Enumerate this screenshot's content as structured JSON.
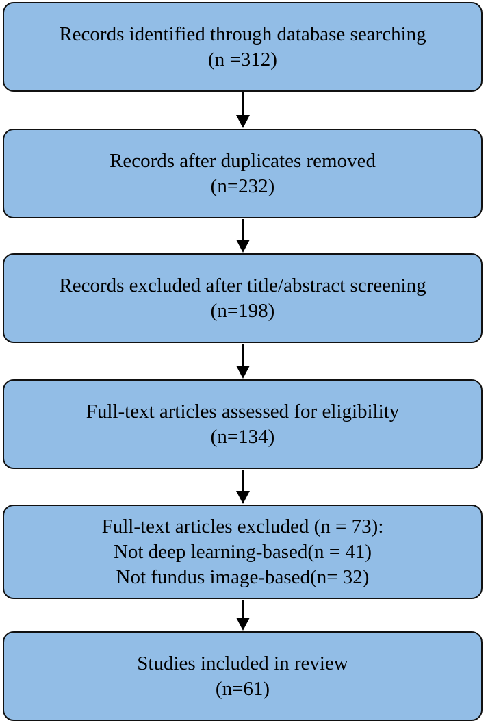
{
  "flowchart": {
    "boxes": [
      {
        "id": "identified",
        "lines": [
          "Records identified through database searching",
          "(n =312)"
        ]
      },
      {
        "id": "deduplicated",
        "lines": [
          "Records after duplicates removed",
          "(n=232)"
        ]
      },
      {
        "id": "excluded-screening",
        "lines": [
          "Records excluded after title/abstract screening",
          "(n=198)"
        ]
      },
      {
        "id": "assessed",
        "lines": [
          "Full-text articles assessed for eligibility",
          "(n=134)"
        ]
      },
      {
        "id": "excluded-fulltext",
        "lines": [
          "Full-text articles excluded (n = 73):",
          "Not deep learning-based(n = 41)",
          "Not fundus image-based(n= 32)"
        ]
      },
      {
        "id": "included",
        "lines": [
          "Studies included in review",
          "(n=61)"
        ]
      }
    ],
    "colors": {
      "box_fill": "#92bde6",
      "border": "#111111",
      "arrow": "#000000"
    }
  }
}
